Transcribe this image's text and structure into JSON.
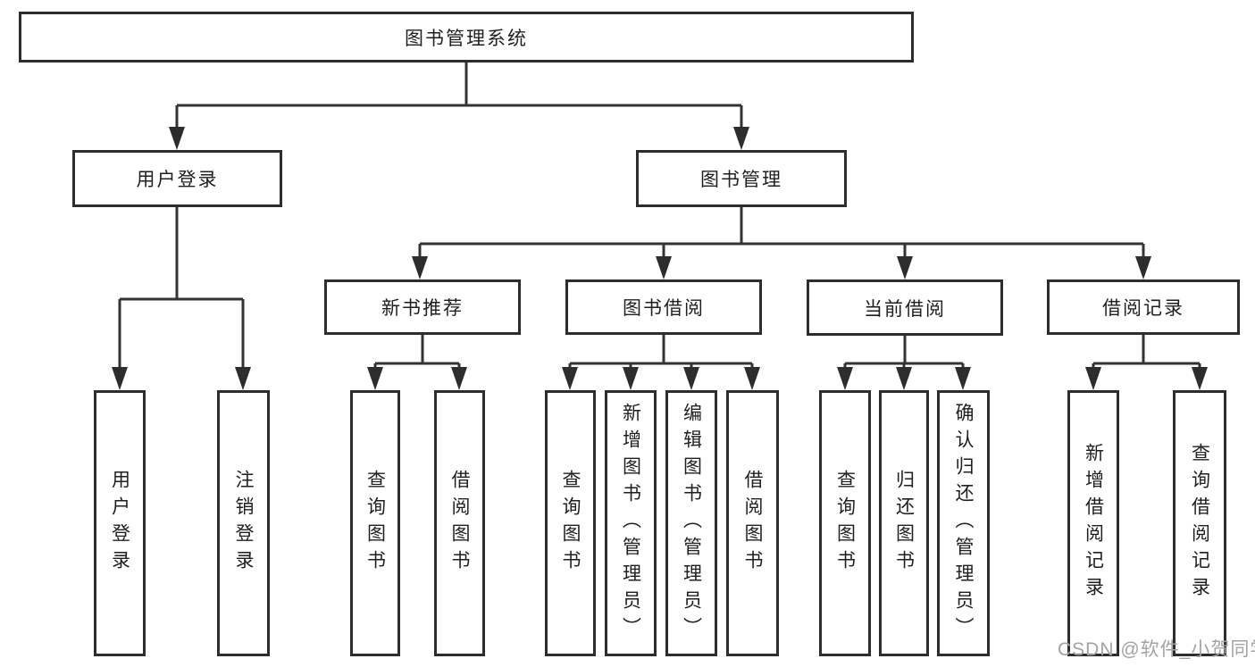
{
  "diagram": {
    "type": "hierarchy-tree",
    "colors": {
      "background": "#ffffff",
      "box_border": "#2d2d2d",
      "connector_line": "#333333",
      "text": "#1f1f1f",
      "watermark": "#a3a3a3"
    },
    "nodes": {
      "root": "图书管理系统",
      "user_login": "用户登录",
      "book_management": "图书管理",
      "new_book_recommend": "新书推荐",
      "book_borrowing": "图书借阅",
      "current_borrowing": "当前借阅",
      "borrowing_records": "借阅记录",
      "user_login_leaves": [
        "用户登录",
        "注销登录"
      ],
      "new_book_leaves": [
        "查询图书",
        "借阅图书"
      ],
      "book_borrowing_leaves": [
        "查询图书",
        "新增图书（管理员）",
        "编辑图书（管理员）",
        "借阅图书"
      ],
      "current_borrowing_leaves": [
        "查询图书",
        "归还图书",
        "确认归还（管理员）"
      ],
      "borrowing_record_leaves": [
        "新增借阅记录",
        "查询借阅记录"
      ]
    },
    "watermark": "CSDN @软件_小贺同学"
  }
}
